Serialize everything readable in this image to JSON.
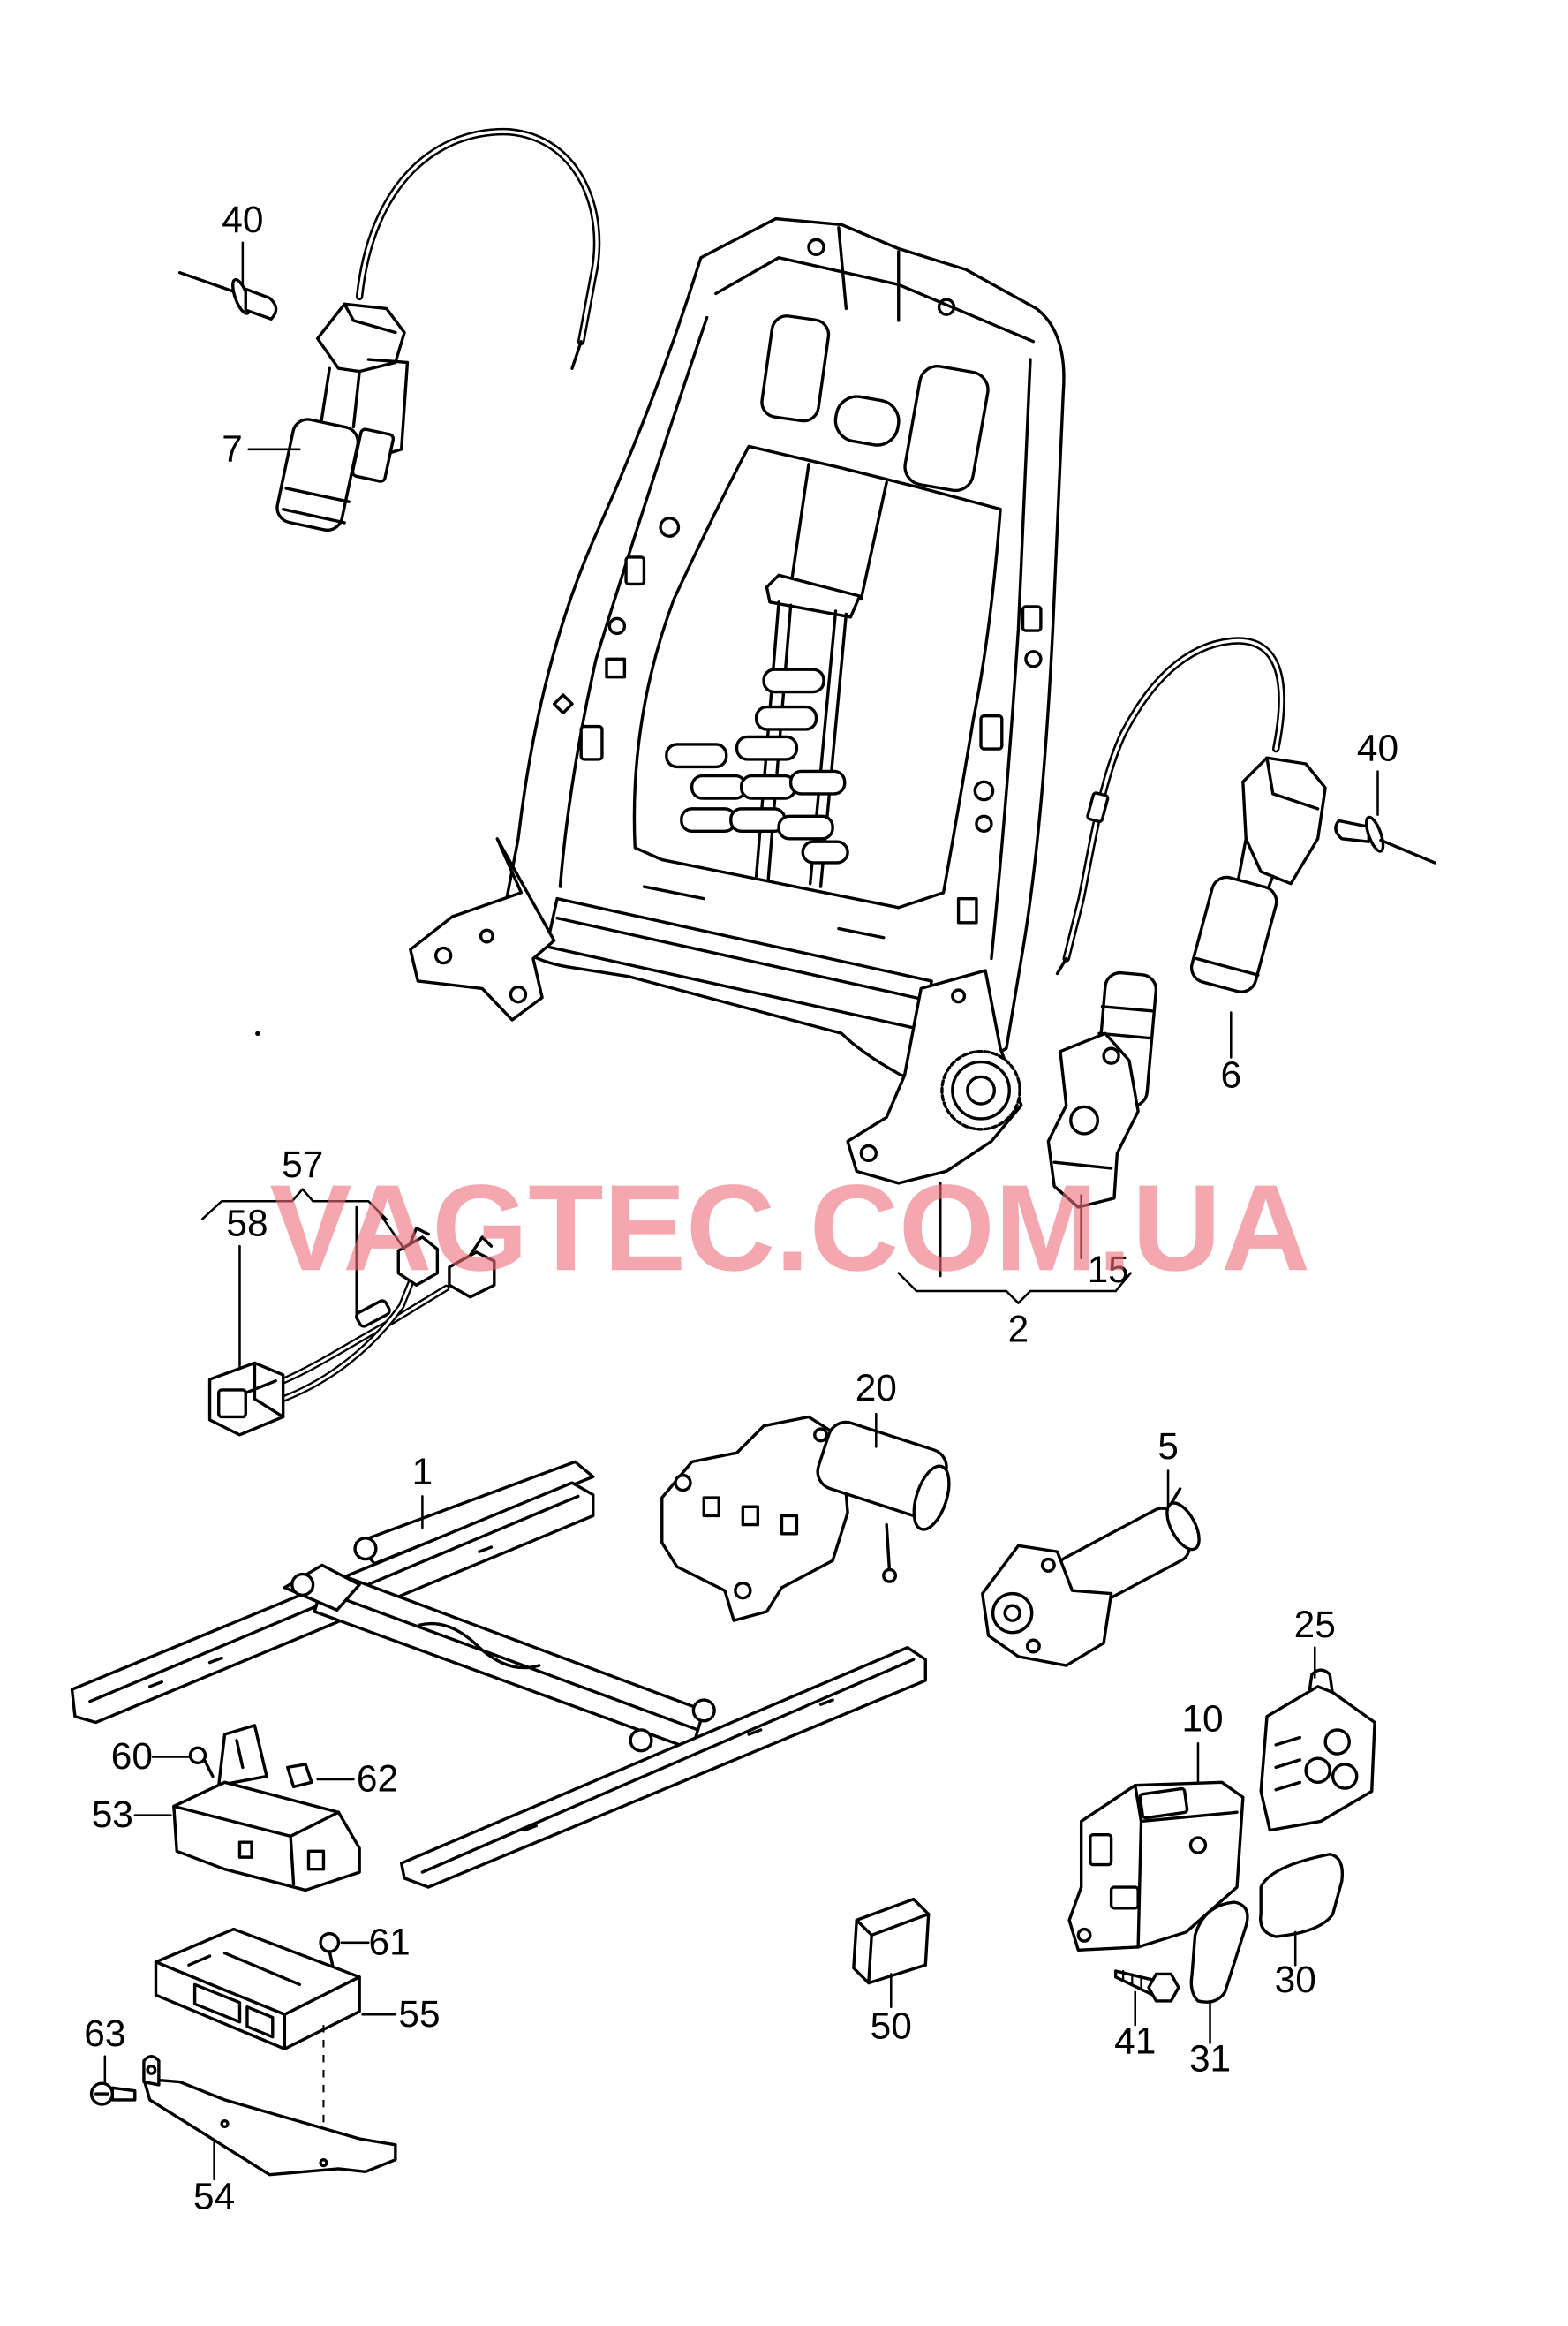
{
  "diagram": {
    "callouts": [
      "40",
      "7",
      "40",
      "6",
      "57",
      "58",
      "15",
      "2",
      "20",
      "5",
      "1",
      "25",
      "10",
      "60",
      "62",
      "53",
      "61",
      "55",
      "63",
      "54",
      "50",
      "41",
      "31",
      "30"
    ],
    "watermark": "VAGTEC.COM.UA"
  },
  "colors": {
    "background": "#ffffff",
    "line": "#000000",
    "watermark": "#ec6d7a"
  }
}
